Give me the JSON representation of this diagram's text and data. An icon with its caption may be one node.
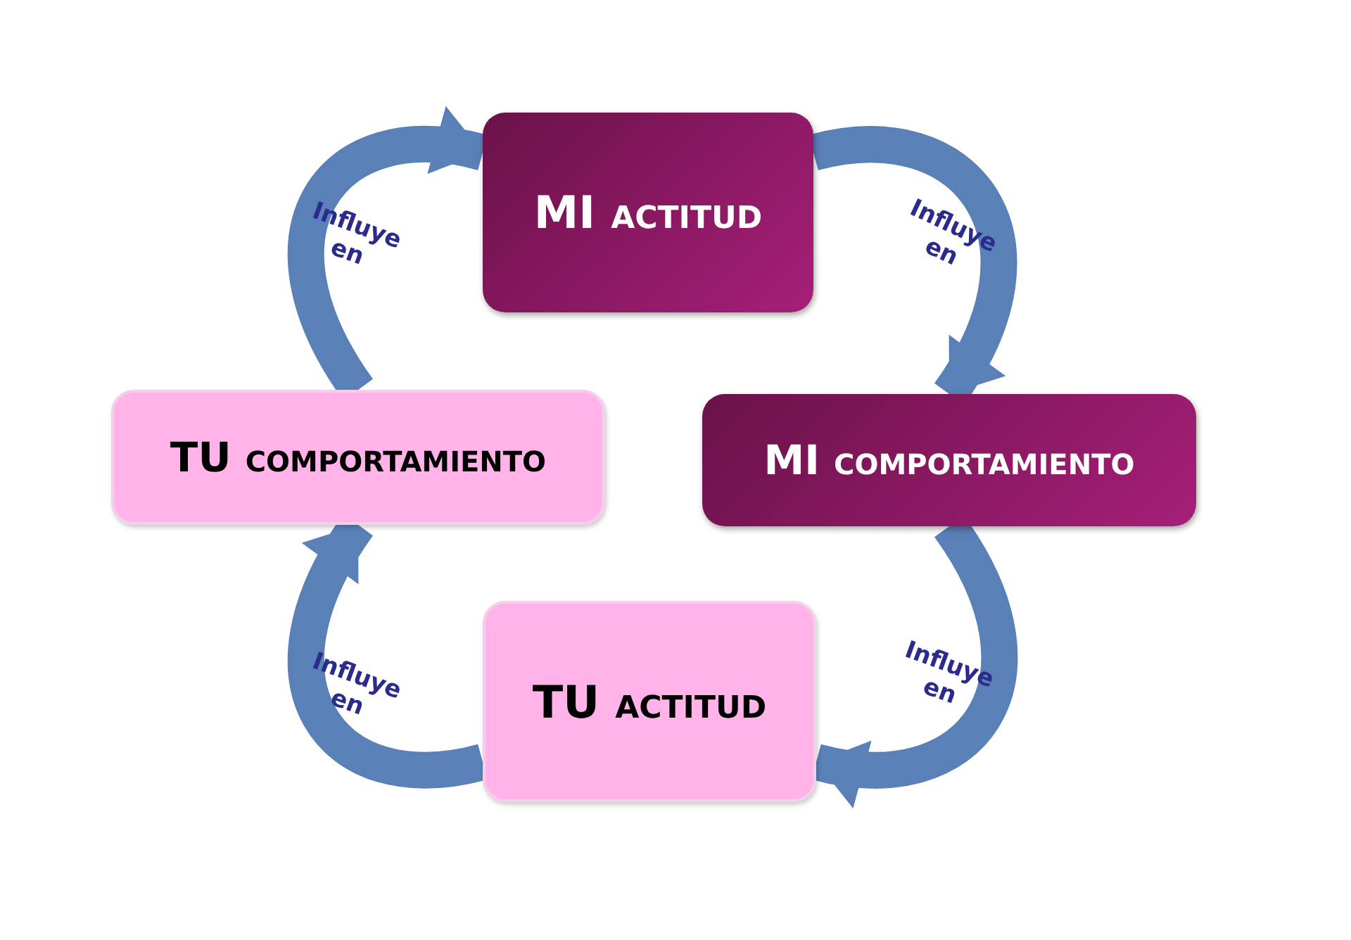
{
  "diagram": {
    "nodes": [
      {
        "text": [
          "MI ACTITUD"
        ]
      },
      {
        "text": [
          "TU COMPORTAMIENTO"
        ]
      },
      {
        "text": [
          "MI COMPORTAMIENTO"
        ]
      },
      {
        "text": [
          "TU ACTITUD"
        ]
      }
    ],
    "edges": [
      {
        "from": 1,
        "to": 0,
        "arrow": "to",
        "label": "Influye en"
      },
      {
        "from": 0,
        "to": 2,
        "arrow": "to",
        "label": "Influye en"
      },
      {
        "from": 2,
        "to": 3,
        "arrow": "to",
        "label": "Influye en"
      },
      {
        "from": 3,
        "to": 1,
        "arrow": "to",
        "label": "Influye en"
      }
    ]
  }
}
